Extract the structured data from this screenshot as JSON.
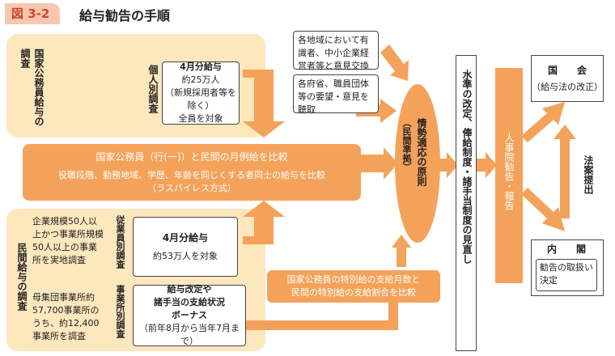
{
  "header": {
    "figure_no": "図 3-2",
    "title": "給与勧告の手順"
  },
  "national_survey": {
    "label": "国家公務員給与の調査",
    "method_label": "個人別調査",
    "box_lines": [
      "4月分給与",
      "約25万人",
      "（新規採用者等を除く）",
      "全員を対象"
    ]
  },
  "comparison_band": {
    "title": "国家公務員（行(一)）と民間の月例給を比較",
    "line1": "役職段階、勤務地域、学歴、年齢を同じくする者同士の給与を比較",
    "line2": "（ラスパイレス方式）"
  },
  "private_survey": {
    "label": "民間給与の調査",
    "desc1": "企業規模50人以上かつ事業所規模50人以上の事業所を実地調査",
    "method1": "従業員別調査",
    "box1_lines": [
      "4月分給与",
      "約53万人を対象"
    ],
    "desc2": "母集団事業所約57,700事業所のうち、約12,400事業所を調査",
    "method2": "事業所別調査",
    "box2_lines": [
      "給与改定や",
      "諸手当の支給状況",
      "ボーナス",
      "（前年8月から当年7月まで）"
    ]
  },
  "special_band": {
    "line1": "国家公務員の特別給の支給月数と",
    "line2": "民間の特別給の支給割合を比較"
  },
  "input_boxes": [
    {
      "text": "各地域において有識者、中小企業経営者等と意見交換"
    },
    {
      "text": "各府省、職員団体等の要望・意見を聴取"
    }
  ],
  "principle": {
    "main": "情勢適応の原則",
    "sub": "（民間準拠）"
  },
  "revision": {
    "text": "水準の改定、俸給制度・諸手当制度の見直し"
  },
  "recommendation": {
    "text": "人事院勧告・報告"
  },
  "diet": {
    "title": "国　　会",
    "sub": "（給与法の改正）"
  },
  "bill_label": "法案提出",
  "cabinet": {
    "title": "内　　閣",
    "sub": "勧告の取扱い決定"
  },
  "colors": {
    "orange": "#f4a25a",
    "pale": "#fde7bd",
    "tag_bg": "#f7c7b0",
    "tag_text": "#d0452f"
  }
}
